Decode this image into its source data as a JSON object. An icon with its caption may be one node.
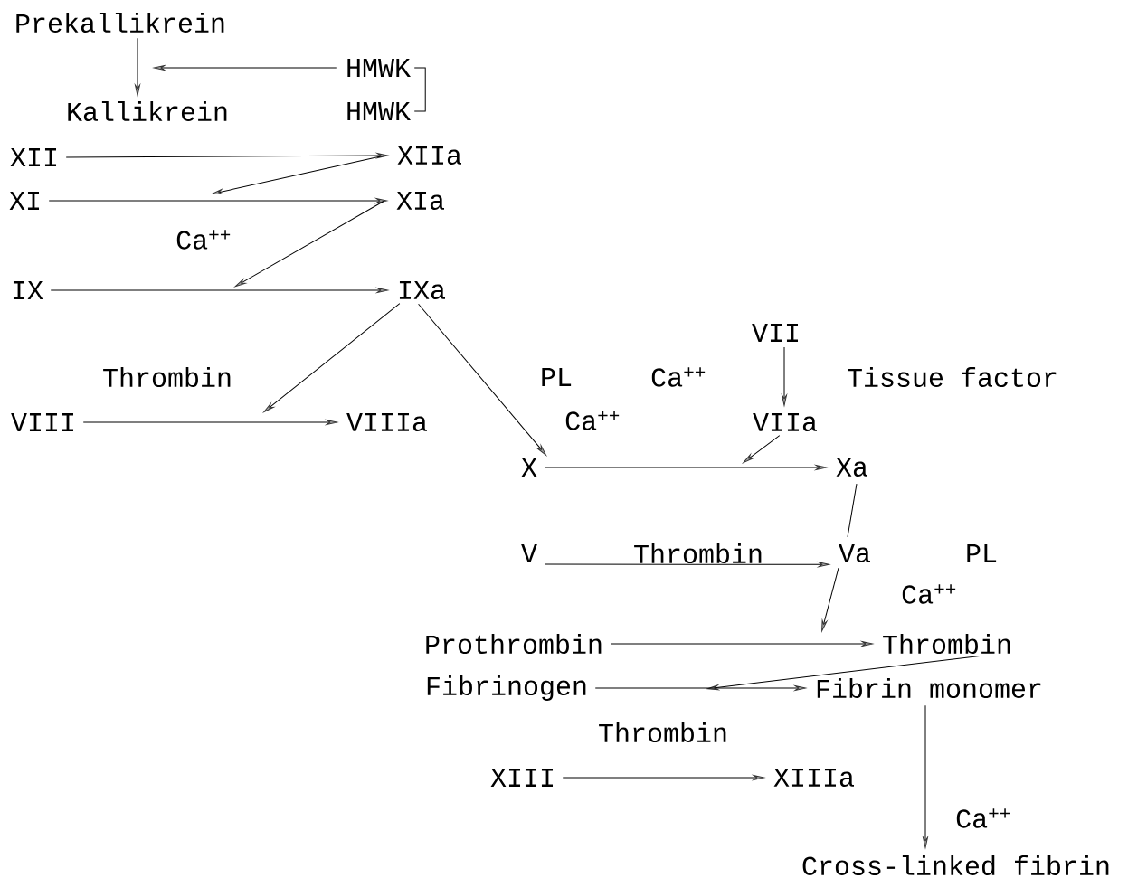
{
  "diagram": {
    "nodes": [
      {
        "text": [
          "Prekallikrein"
        ]
      },
      {
        "text": [
          "Kallikrein"
        ]
      },
      {
        "text": [
          "HMWK"
        ]
      },
      {
        "text": [
          "HMWK"
        ]
      },
      {
        "text": [
          "XII"
        ]
      },
      {
        "text": [
          "XIIa"
        ]
      },
      {
        "text": [
          "XI"
        ]
      },
      {
        "text": [
          "XIa"
        ]
      },
      {
        "text": [
          "IX"
        ]
      },
      {
        "text": [
          "IXa"
        ]
      },
      {
        "text": [
          "VIII"
        ]
      },
      {
        "text": [
          "VIIIa"
        ]
      },
      {
        "text": [
          "VII"
        ]
      },
      {
        "text": [
          "VIIa"
        ]
      },
      {
        "text": [
          "X"
        ]
      },
      {
        "text": [
          "Xa"
        ]
      },
      {
        "text": [
          "V"
        ]
      },
      {
        "text": [
          "Va"
        ]
      },
      {
        "text": [
          "Prothrombin"
        ]
      },
      {
        "text": [
          "Thrombin"
        ]
      },
      {
        "text": [
          "Fibrinogen"
        ]
      },
      {
        "text": [
          "Fibrin monomer"
        ]
      },
      {
        "text": [
          "XIII"
        ]
      },
      {
        "text": [
          "XIIIa"
        ]
      },
      {
        "text": [
          "Cross-linked fibrin"
        ]
      }
    ],
    "edges": [
      {
        "from": 0,
        "to": 1,
        "arrow": "to"
      },
      {
        "from": 2,
        "to": null,
        "arrow": "to"
      },
      {
        "from": 2,
        "to": 3,
        "arrow": "none"
      },
      {
        "from": 4,
        "to": 5,
        "arrow": "to"
      },
      {
        "from": 5,
        "to": null,
        "arrow": "to"
      },
      {
        "from": 6,
        "to": 7,
        "arrow": "to"
      },
      {
        "from": 7,
        "to": null,
        "arrow": "to"
      },
      {
        "from": 8,
        "to": 9,
        "arrow": "to"
      },
      {
        "from": 9,
        "to": null,
        "arrow": "to"
      },
      {
        "from": 9,
        "to": 14,
        "arrow": "to"
      },
      {
        "from": 10,
        "to": 11,
        "arrow": "to"
      },
      {
        "from": 12,
        "to": 13,
        "arrow": "to"
      },
      {
        "from": 13,
        "to": null,
        "arrow": "to"
      },
      {
        "from": 14,
        "to": 15,
        "arrow": "to"
      },
      {
        "from": 15,
        "to": 17,
        "arrow": "none"
      },
      {
        "from": 17,
        "to": null,
        "arrow": "to"
      },
      {
        "from": 16,
        "to": 17,
        "arrow": "to"
      },
      {
        "from": 18,
        "to": 19,
        "arrow": "to"
      },
      {
        "from": 19,
        "to": null,
        "arrow": "to"
      },
      {
        "from": 20,
        "to": 21,
        "arrow": "to"
      },
      {
        "from": 22,
        "to": 23,
        "arrow": "to"
      },
      {
        "from": 21,
        "to": 24,
        "arrow": "to"
      }
    ],
    "labels": [
      "Ca$^{++}$",
      "Thrombin",
      "PL",
      "Ca$^{++}$",
      "Tissue factor",
      "Ca$^{++}$",
      "Thrombin",
      "PL",
      "Ca$^{++}$",
      "Thrombin",
      "Ca$^{++}$"
    ]
  }
}
